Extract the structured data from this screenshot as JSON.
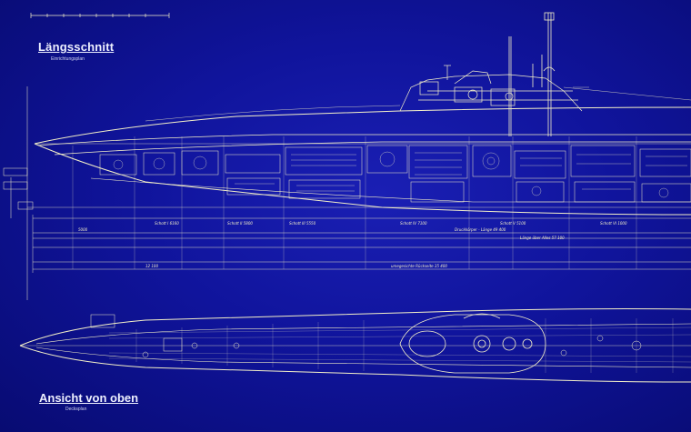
{
  "sheet": {
    "section_title": "Längsschnitt",
    "section_subtitle": "Einrichtungsplan",
    "top_view_title": "Ansicht von oben",
    "top_view_subtitle": "Decksplan"
  },
  "dimensions": {
    "row1": [
      "Schott I 6160",
      "Schott II 5800",
      "Schott III 5550",
      "Schott IV 7100",
      "Schott V 5100",
      "Schott VI 1000"
    ],
    "row2": [
      "5000",
      "Druckkörper - Länge 49 400",
      "Länge über Alles 57 100"
    ],
    "row3": [
      "12 100",
      "umegesichte Rückseite 35 400"
    ]
  },
  "colors": {
    "paper": "#10149c",
    "line": "#f4f0c8",
    "text": "#eef0ff"
  }
}
